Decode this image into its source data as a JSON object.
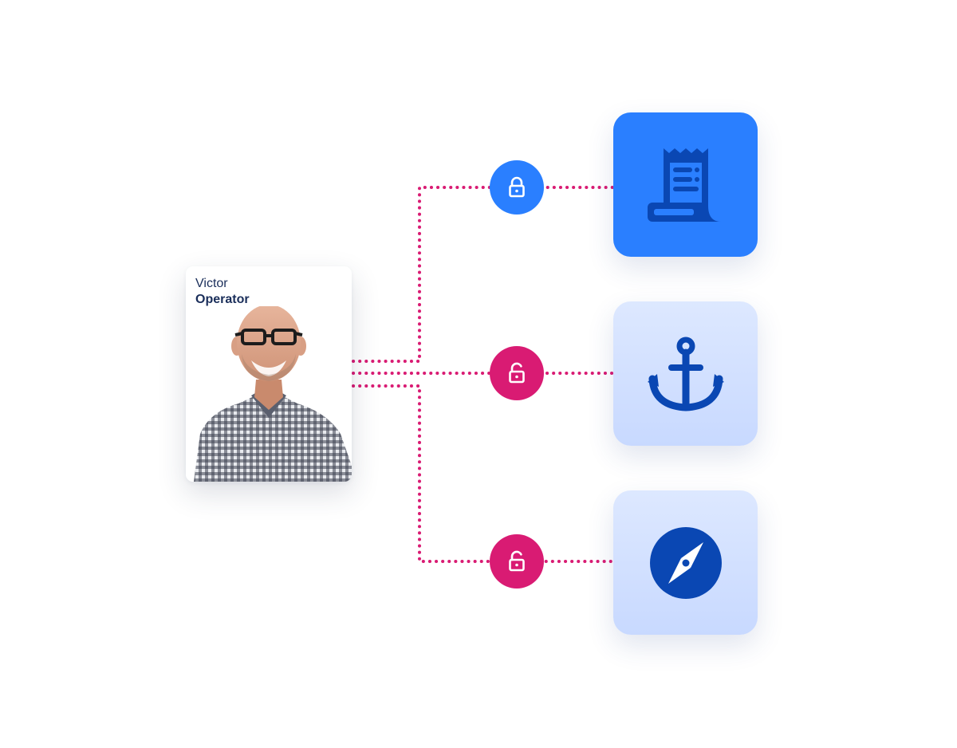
{
  "user": {
    "name": "Victor",
    "role": "Operator"
  },
  "colors": {
    "connector": "#d91b73",
    "lock_granted": "#2a7fff",
    "lock_open": "#d91b73",
    "tile_active": "#2a7fff",
    "tile_inactive_top": "#dde8ff",
    "tile_inactive_bottom": "#c8d9ff",
    "icon_dark": "#0a47b3"
  },
  "connections": [
    {
      "lock_state": "locked",
      "lock_icon": "lock-closed-icon",
      "app_icon": "receipt-icon",
      "tile_active": true
    },
    {
      "lock_state": "unlocked",
      "lock_icon": "lock-open-icon",
      "app_icon": "anchor-icon",
      "tile_active": false
    },
    {
      "lock_state": "unlocked",
      "lock_icon": "lock-open-icon",
      "app_icon": "compass-icon",
      "tile_active": false
    }
  ]
}
